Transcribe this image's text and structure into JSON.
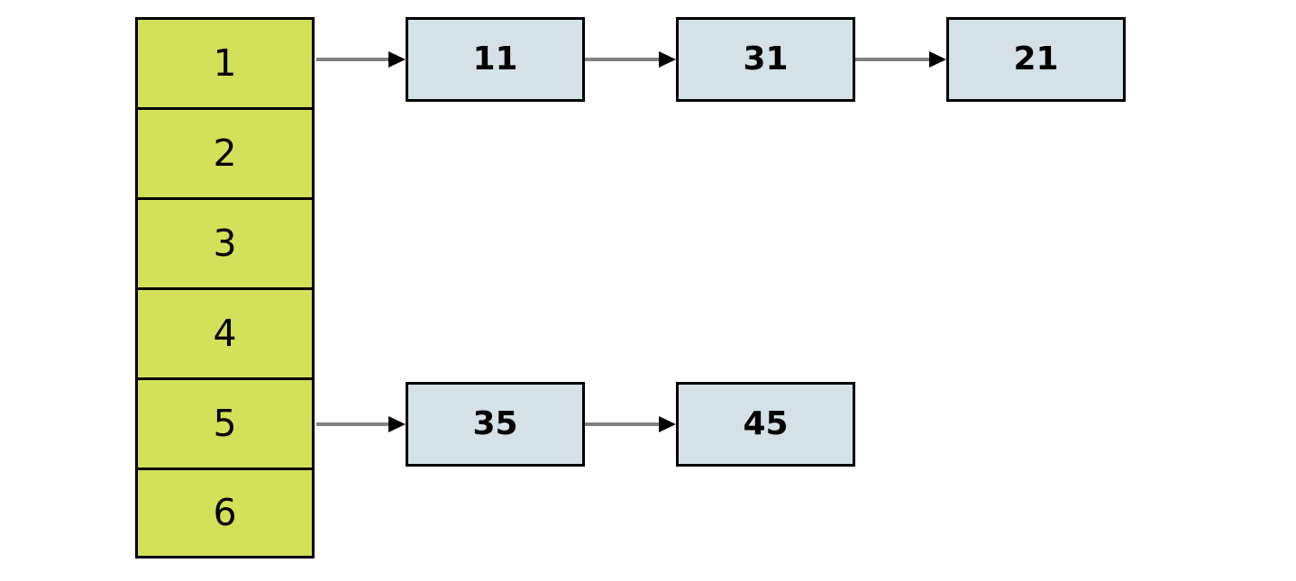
{
  "diagram": {
    "title": "hash-table-separate-chaining",
    "colors": {
      "bucket_fill": "#d2e05a",
      "node_fill": "#d4e1e6",
      "border": "#000000",
      "arrow_shaft": "#808080",
      "arrow_head": "#000000",
      "background": "#ffffff"
    },
    "bucket_array": {
      "name": "hash-bucket-array",
      "cells": [
        {
          "label": "1"
        },
        {
          "label": "2"
        },
        {
          "label": "3"
        },
        {
          "label": "4"
        },
        {
          "label": "5"
        },
        {
          "label": "6"
        }
      ]
    },
    "chains": [
      {
        "bucket": "1",
        "nodes": [
          {
            "label": "11"
          },
          {
            "label": "31"
          },
          {
            "label": "21"
          }
        ]
      },
      {
        "bucket": "5",
        "nodes": [
          {
            "label": "35"
          },
          {
            "label": "45"
          }
        ]
      }
    ]
  }
}
